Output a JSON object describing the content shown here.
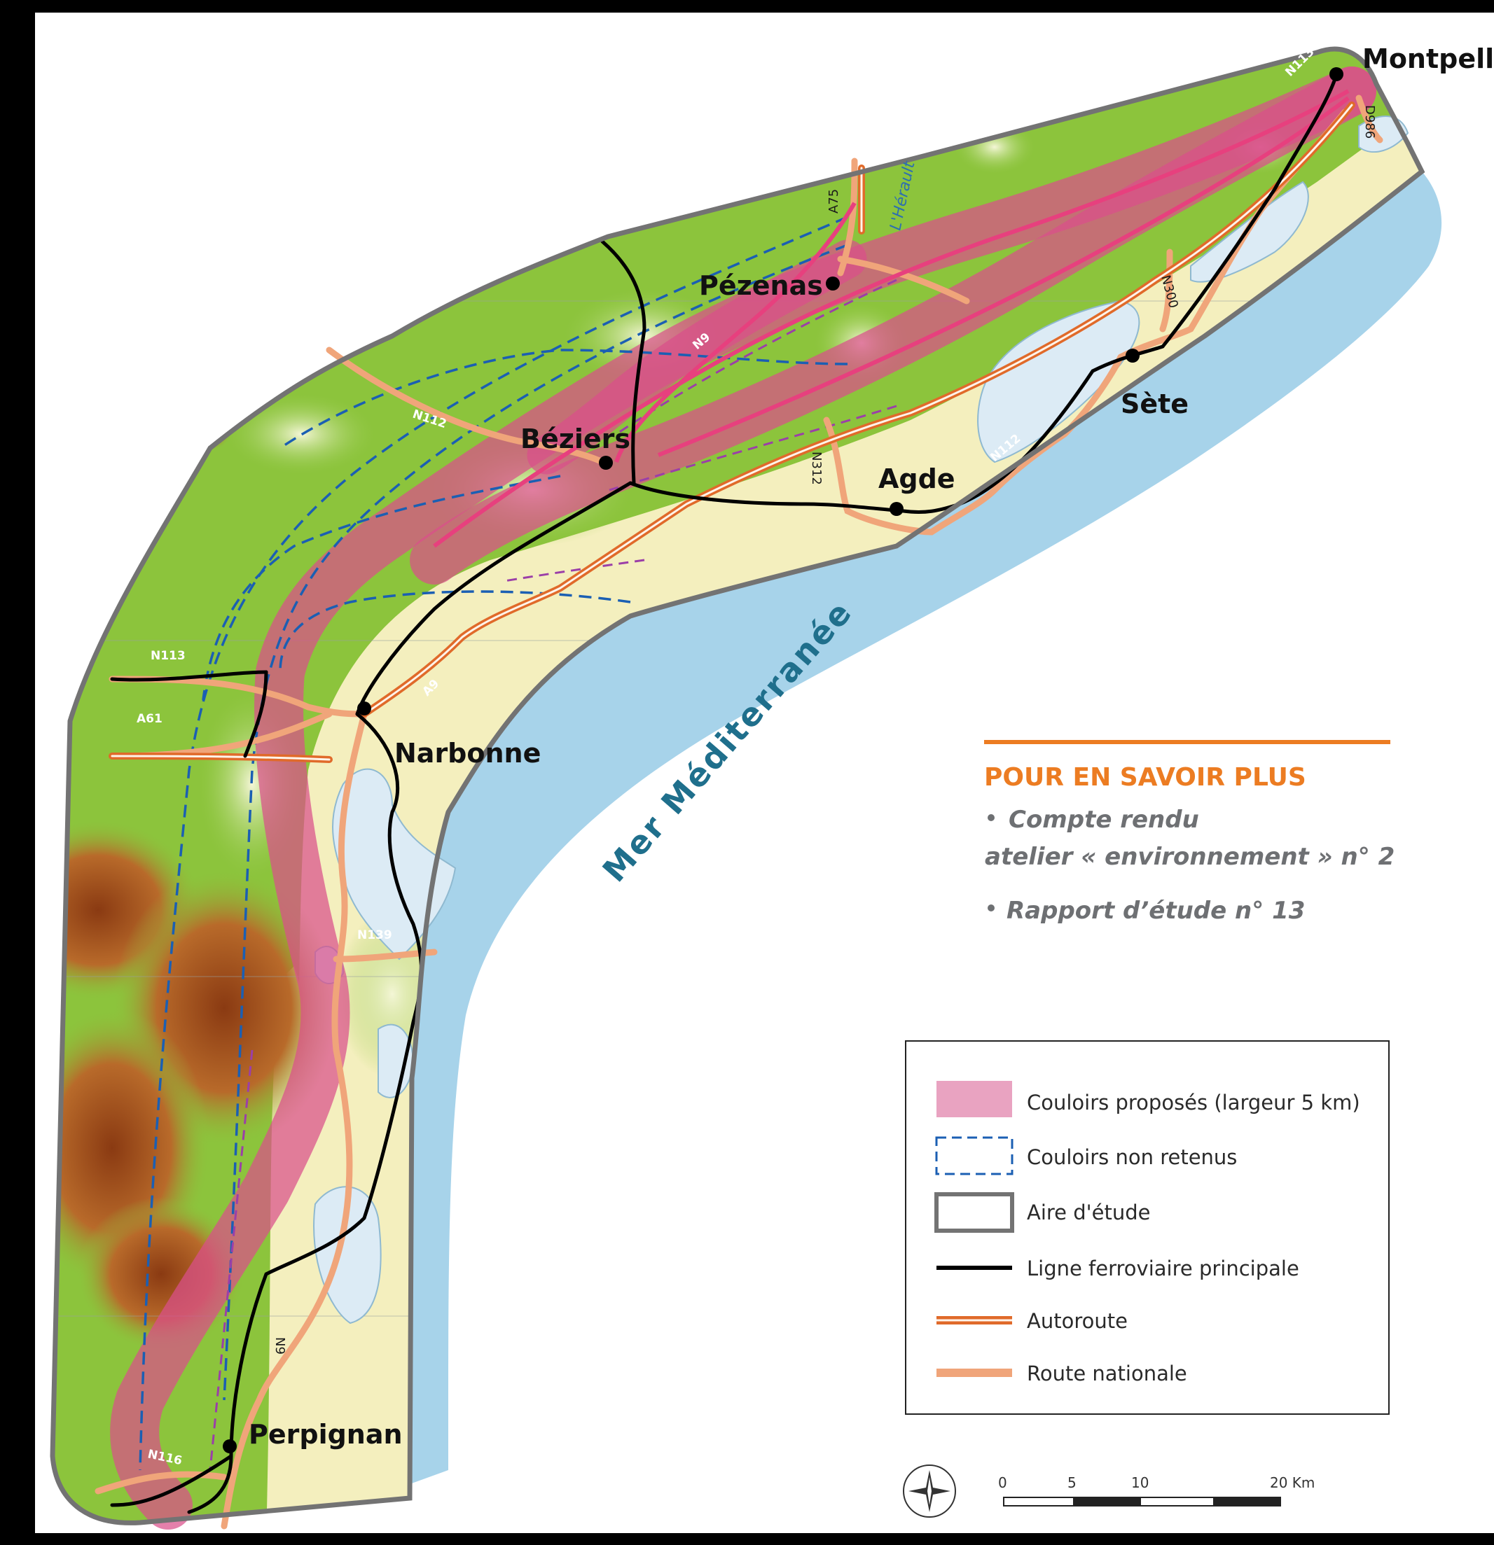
{
  "map": {
    "cities": [
      {
        "name": "Montpellier"
      },
      {
        "name": "Pézenas"
      },
      {
        "name": "Béziers"
      },
      {
        "name": "Agde"
      },
      {
        "name": "Sète"
      },
      {
        "name": "Narbonne"
      },
      {
        "name": "Perpignan"
      }
    ],
    "roads": [
      "N113",
      "D986",
      "A75",
      "N9",
      "N112",
      "N312",
      "N112",
      "N300",
      "N113",
      "A61",
      "A9",
      "N139",
      "N9",
      "N116"
    ],
    "river": "L'Hérault",
    "sea": "Mer Méditerranée"
  },
  "info": {
    "title": "POUR EN SAVOIR PLUS",
    "item1_line1": "Compte rendu",
    "item1_line2": "atelier « environnement » n° 2",
    "item2": "Rapport d’étude n° 13"
  },
  "legend": [
    {
      "label": "Couloirs proposés (largeur 5 km)"
    },
    {
      "label": "Couloirs non retenus"
    },
    {
      "label": "Aire d'étude"
    },
    {
      "label": "Ligne ferroviaire principale"
    },
    {
      "label": "Autoroute"
    },
    {
      "label": "Route nationale"
    }
  ],
  "scale": {
    "ticks": [
      "0",
      "5",
      "10",
      "20 Km"
    ]
  },
  "colors": {
    "corridor": "#d94f8a",
    "rejected": "#1b5fb3",
    "study_area": "#737373",
    "rail": "#000000",
    "motorway": "#e06a2a",
    "national": "#f0a57a",
    "sea": "#a7d3ea",
    "lagoon": "#dcebf5",
    "plain": "#f4efbe",
    "hills": "#8cc43c",
    "mountains": "#9e4a1e",
    "accent": "#ec7c22"
  },
  "icons": [
    "compass-rose-icon"
  ]
}
